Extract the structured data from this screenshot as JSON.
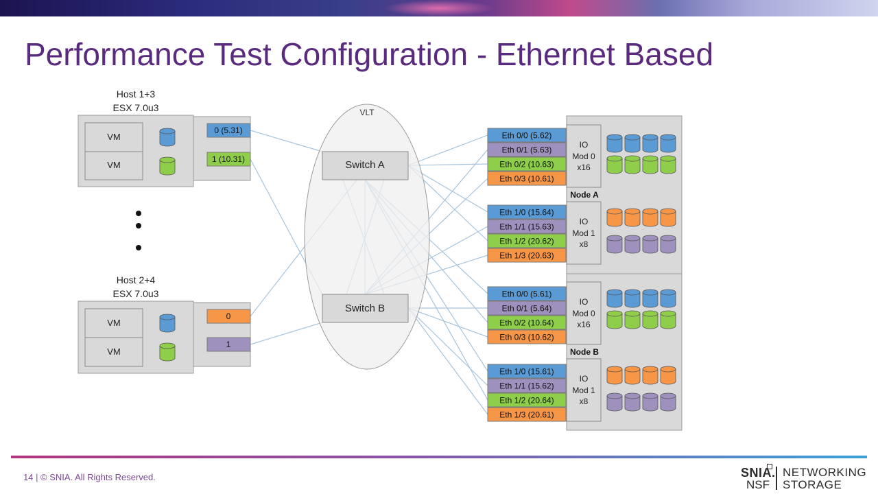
{
  "slide": {
    "title": "Performance Test Configuration - Ethernet Based",
    "footer": "14 | © SNIA. All Rights Reserved.",
    "logo": {
      "snia": "SNIA.",
      "nsf": "NSF",
      "networking": "NETWORKING",
      "storage": "STORAGE"
    }
  },
  "hosts": [
    {
      "name": "Host 1+3",
      "os": "ESX 7.0u3",
      "vms": [
        "VM",
        "VM"
      ],
      "ports": [
        "0 (5.31)",
        "1 (10.31)"
      ]
    },
    {
      "name": "Host 2+4",
      "os": "ESX 7.0u3",
      "vms": [
        "VM",
        "VM"
      ],
      "ports": [
        "0",
        "1"
      ]
    }
  ],
  "vlt": {
    "label": "VLT",
    "switches": [
      "Switch A",
      "Switch B"
    ]
  },
  "nodes": [
    {
      "label": "Node A",
      "modules": [
        {
          "label": [
            "IO",
            "Mod 0",
            "x16"
          ],
          "ports": [
            "Eth 0/0 (5.62)",
            "Eth 0/1 (5.63)",
            "Eth 0/2 (10.63)",
            "Eth 0/3 (10.61)"
          ]
        },
        {
          "label": [
            "IO",
            "Mod 1",
            "x8"
          ],
          "ports": [
            "Eth 1/0 (15.64)",
            "Eth 1/1 (15.63)",
            "Eth 1/2 (20.62)",
            "Eth 1/3 (20.63)"
          ]
        }
      ]
    },
    {
      "label": "Node B",
      "modules": [
        {
          "label": [
            "IO",
            "Mod 0",
            "x16"
          ],
          "ports": [
            "Eth 0/0 (5.61)",
            "Eth 0/1 (5.64)",
            "Eth 0/2 (10.64)",
            "Eth 0/3 (10.62)"
          ]
        },
        {
          "label": [
            "IO",
            "Mod 1",
            "x8"
          ],
          "ports": [
            "Eth 1/0 (15.61)",
            "Eth 1/1 (15.62)",
            "Eth 1/2 (20.64)",
            "Eth 1/3 (20.61)"
          ]
        }
      ]
    }
  ],
  "colors": {
    "blue": "#5b9bd5",
    "purple": "#9e91bd",
    "green": "#8fce4a",
    "orange": "#f79646",
    "title": "#5a2a7e",
    "link": "#a7c4dc"
  }
}
